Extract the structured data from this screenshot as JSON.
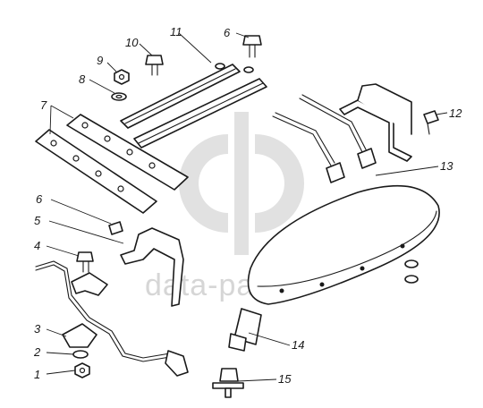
{
  "watermark": {
    "text": "data-parts"
  },
  "callouts": [
    {
      "label": "1"
    },
    {
      "label": "2"
    },
    {
      "label": "3"
    },
    {
      "label": "4"
    },
    {
      "label": "5"
    },
    {
      "label": "6"
    },
    {
      "label": "6"
    },
    {
      "label": "7"
    },
    {
      "label": "8"
    },
    {
      "label": "9"
    },
    {
      "label": "10"
    },
    {
      "label": "11"
    },
    {
      "label": "12"
    },
    {
      "label": "13"
    },
    {
      "label": "14"
    },
    {
      "label": "15"
    }
  ]
}
